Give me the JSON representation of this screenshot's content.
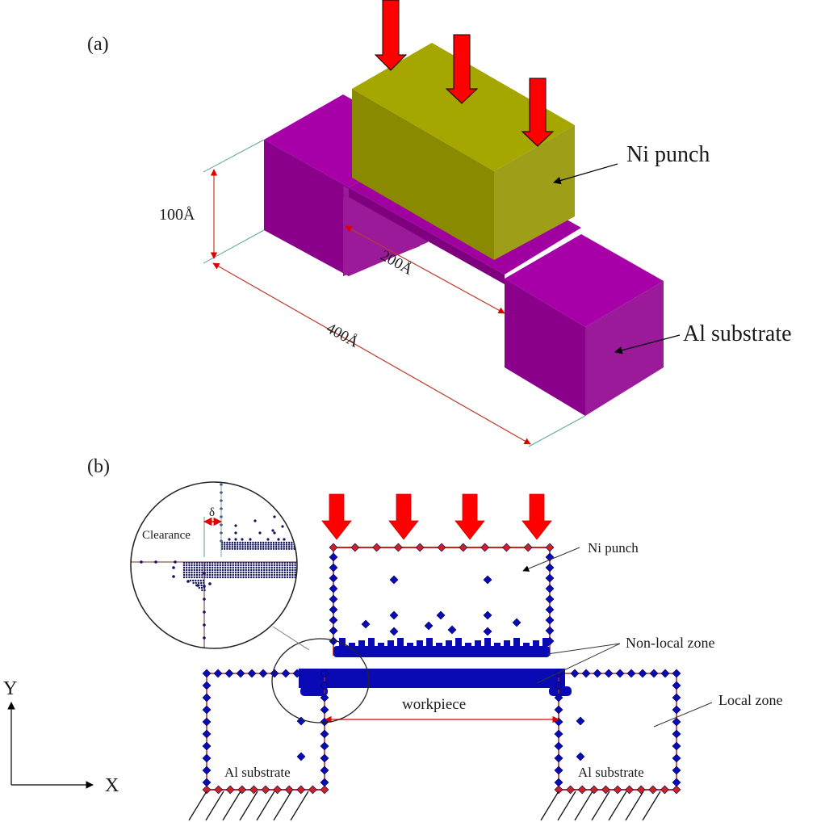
{
  "panel_a": {
    "label": "(a)",
    "punch_label": "Ni punch",
    "substrate_label": "Al substrate",
    "dim_height": "100Å",
    "dim_gap": "200Å",
    "dim_length": "400Å",
    "colors": {
      "punch_top": "#a6a600",
      "punch_front": "#8a8a00",
      "punch_side": "#9e9e18",
      "substrate_top": "#a800a8",
      "substrate_front": "#8a008a",
      "substrate_side": "#9a1a9a",
      "arrow": "#ff0000",
      "dimension": "#c0392b",
      "extension": "#5fa8a0"
    },
    "force_arrow_count": 3
  },
  "panel_b": {
    "label": "(b)",
    "punch_label": "Ni punch",
    "nonlocal_label": "Non-local zone",
    "local_label": "Local zone",
    "workpiece_label": "workpiece",
    "substrate_left_label": "Al substrate",
    "substrate_right_label": "Al substrate",
    "clearance_label": "Clearance",
    "delta_label": "δ",
    "axis_x": "X",
    "axis_y": "Y",
    "force_arrow_count": 4,
    "colors": {
      "atom": "#0a0ab4",
      "atom_outline": "#000066",
      "boundary_node": "#cc2222",
      "arrow": "#ff0000",
      "edge": "#a52a2a"
    }
  }
}
